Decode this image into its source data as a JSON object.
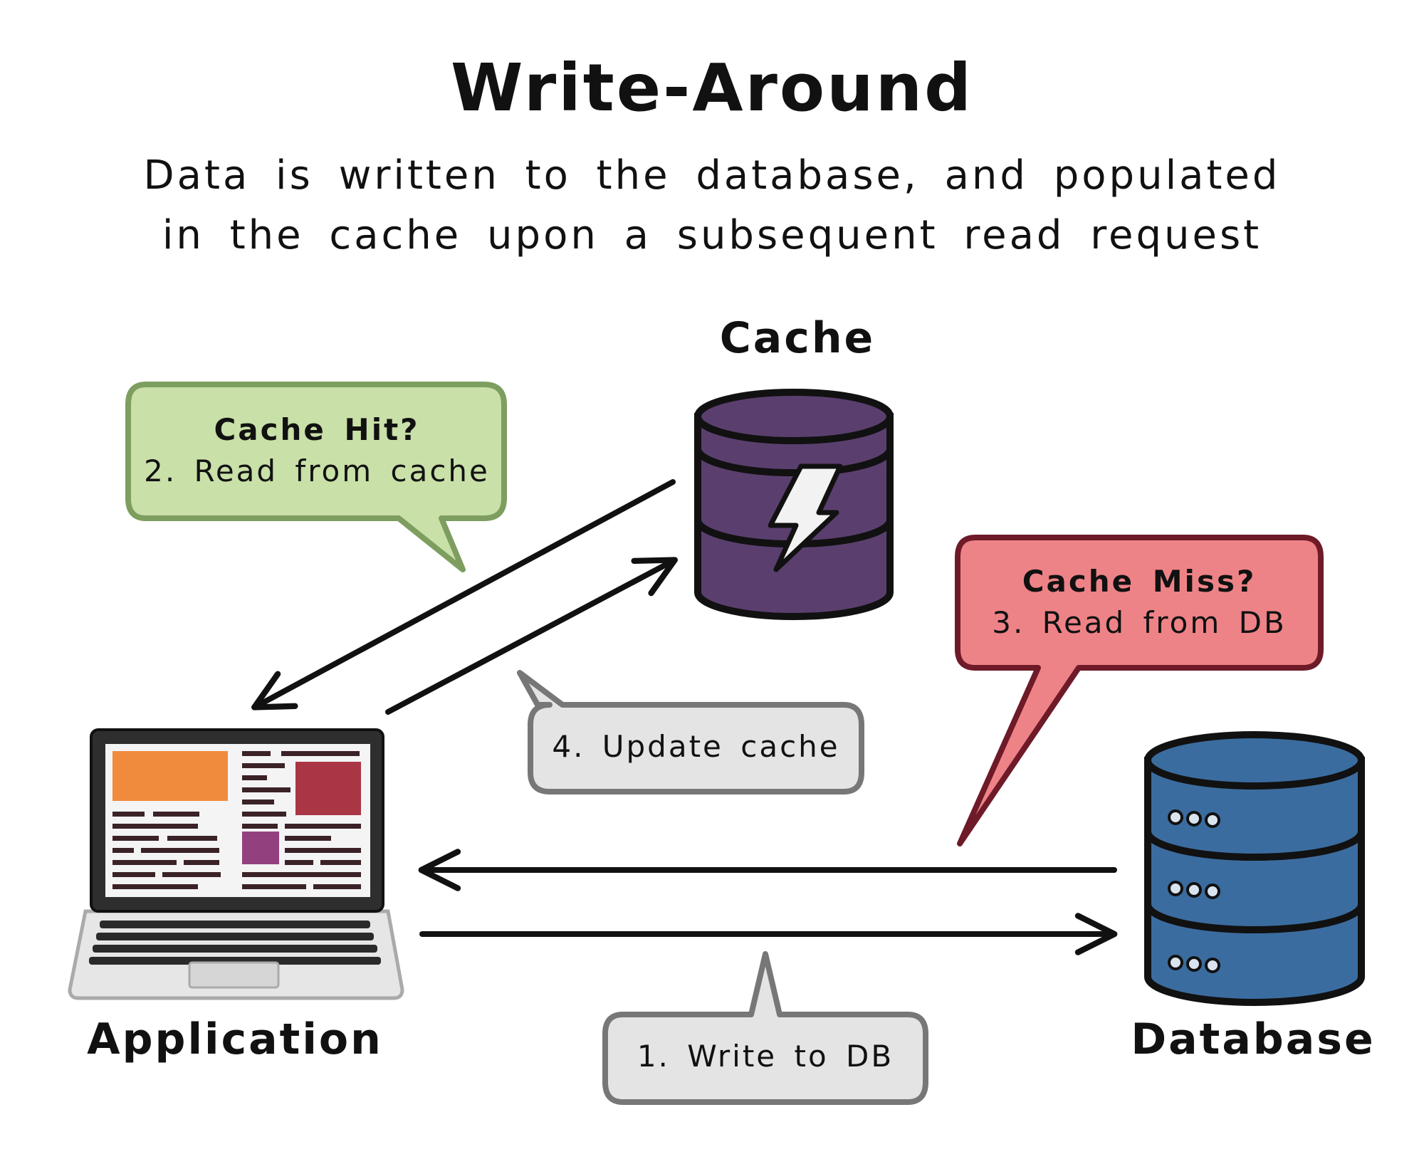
{
  "title": "Write-Around",
  "subtitle": "Data is written to the database, and populated in the cache upon a subsequent read request",
  "nodes": {
    "cache": {
      "label": "Cache",
      "color": "#5a3f6e"
    },
    "application": {
      "label": "Application"
    },
    "database": {
      "label": "Database",
      "color": "#3b6c9f"
    }
  },
  "bubbles": {
    "cache_hit": {
      "heading": "Cache Hit?",
      "text": "2. Read from cache",
      "color": "#c9e0a8"
    },
    "cache_miss": {
      "heading": "Cache Miss?",
      "text": "3. Read from DB",
      "color": "#ee8387"
    },
    "update_cache": {
      "text": "4. Update cache",
      "color": "#e4e4e4"
    },
    "write_db": {
      "text": "1. Write to DB",
      "color": "#e4e4e4"
    }
  }
}
